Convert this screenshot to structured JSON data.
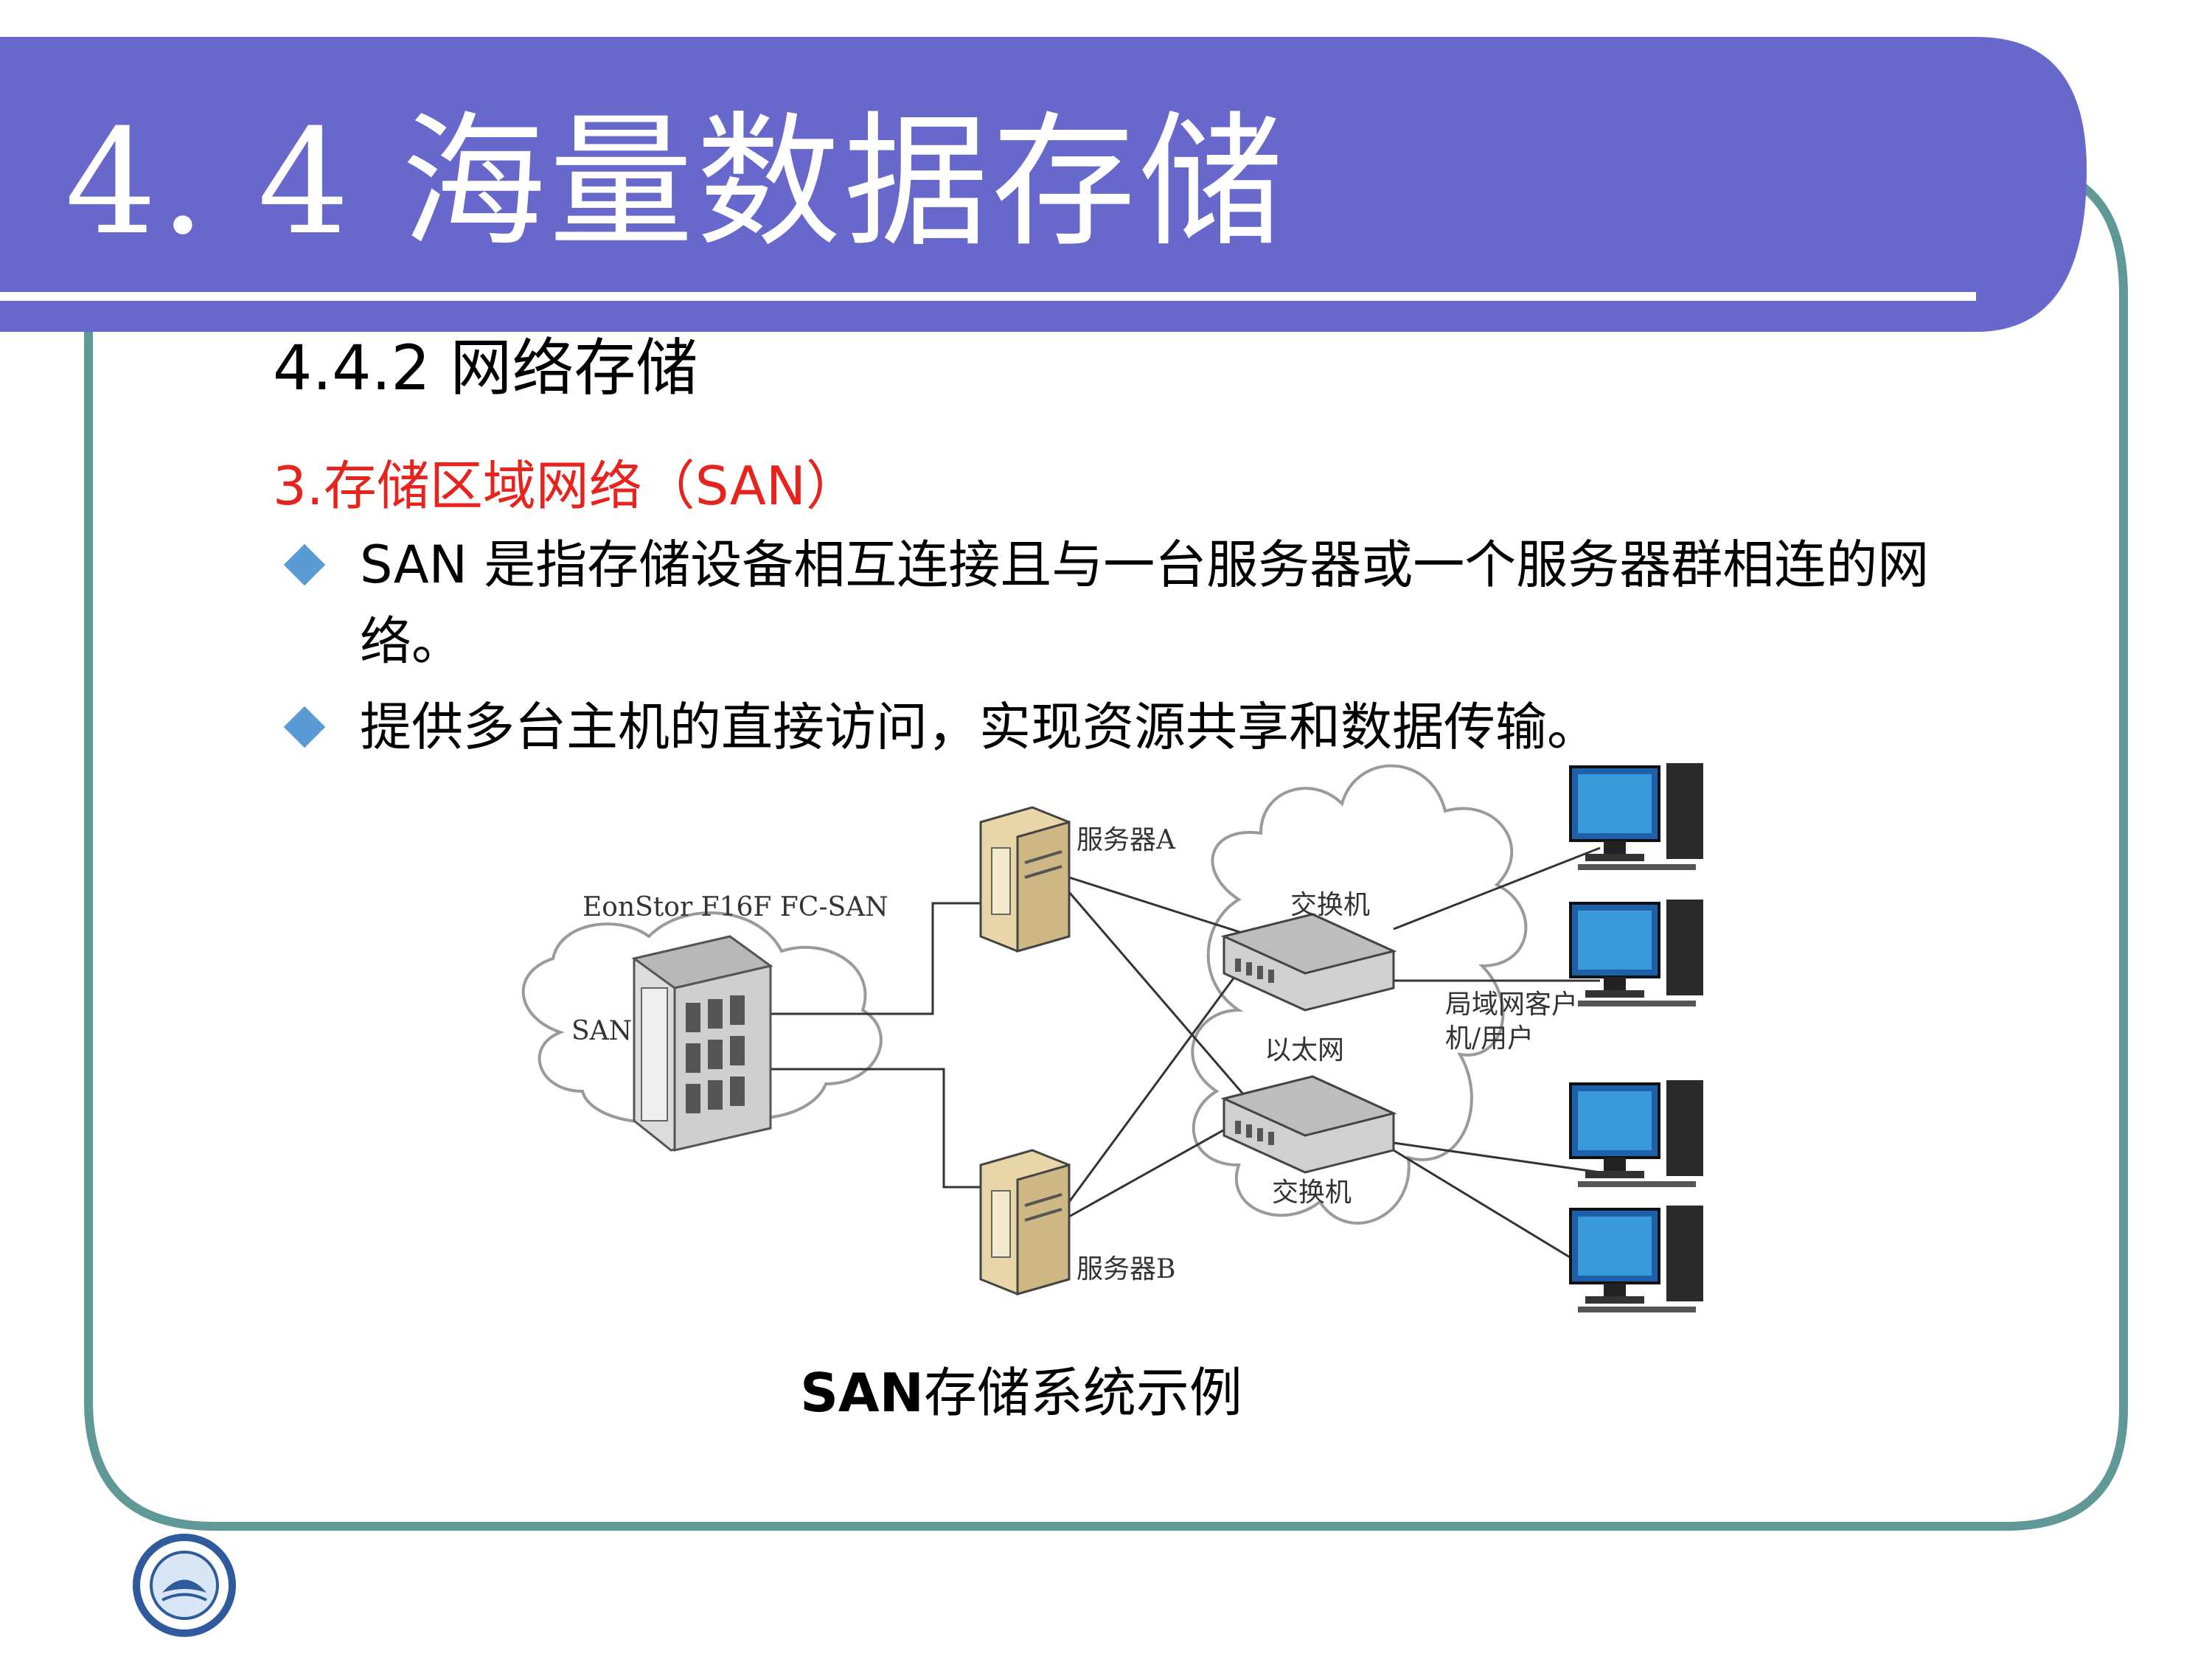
{
  "slide": {
    "title": "4. 4  海量数据存储",
    "subtitle": "4.4.2 网络存储",
    "section_heading": "3.存储区域网络（SAN）",
    "bullets": [
      "SAN 是指存储设备相互连接且与一台服务器或一个服务器群相连的网络。",
      "提供多台主机的直接访问，实现资源共享和数据传输。"
    ],
    "caption_bold": "SAN",
    "caption_rest": "存储系统示例"
  },
  "diagram": {
    "storage_label": "EonStor F16F FC-SAN",
    "san_cloud_label": "SAN",
    "server_a_label": "服务器A",
    "server_b_label": "服务器B",
    "switch_top_label": "交换机",
    "switch_bottom_label": "交换机",
    "ethernet_label": "以太网",
    "clients_label": "局域网客户机/用户"
  },
  "colors": {
    "header_band": "#6767cc",
    "frame_border": "#5f9896",
    "section_red": "#e8231e",
    "bullet_diamond": "#5b9bd5"
  },
  "icons": [
    "diamond-bullet-icon",
    "university-logo-icon",
    "server-icon",
    "switch-icon",
    "computer-icon",
    "cloud-icon"
  ]
}
